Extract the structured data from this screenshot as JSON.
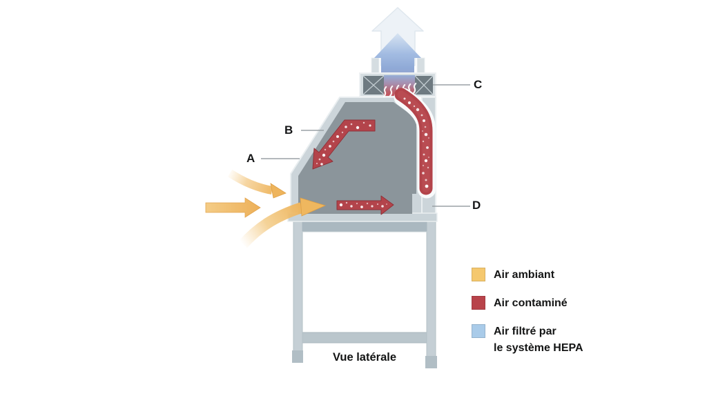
{
  "title": "Vue latérale",
  "callouts": {
    "a": "A",
    "b": "B",
    "c": "C",
    "d": "D"
  },
  "legend": {
    "items": [
      {
        "name": "ambient-air",
        "label": "Air ambiant",
        "color": "#f5c86e"
      },
      {
        "name": "contaminated-air",
        "label": "Air contaminé",
        "color": "#b8434a"
      },
      {
        "name": "hepa-filtered-air",
        "label": "Air filtré par\nle système HEPA",
        "color": "#a9cbe9"
      }
    ]
  },
  "colors": {
    "ambient_air": "#efb75f",
    "contaminated_air": "#b3444b",
    "filtered_air": "#8fb2dc",
    "housing": "#ccd5da",
    "interior_panel": "#8b959b"
  }
}
